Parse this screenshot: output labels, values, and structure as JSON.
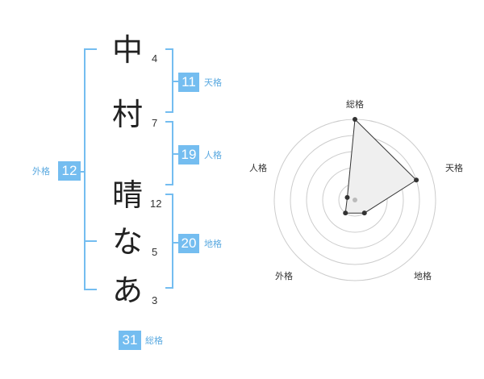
{
  "name_chars": [
    {
      "char": "中",
      "strokes": "4"
    },
    {
      "char": "村",
      "strokes": "7"
    },
    {
      "char": "晴",
      "strokes": "12"
    },
    {
      "char": "な",
      "strokes": "5"
    },
    {
      "char": "あ",
      "strokes": "3"
    }
  ],
  "fortunes": {
    "tenkaku": {
      "label": "天格",
      "value": "11"
    },
    "jinkaku": {
      "label": "人格",
      "value": "19"
    },
    "chikaku": {
      "label": "地格",
      "value": "20"
    },
    "gaikaku": {
      "label": "外格",
      "value": "12"
    },
    "soukaku": {
      "label": "総格",
      "value": "31"
    }
  },
  "radar": {
    "axes": [
      "総格",
      "天格",
      "地格",
      "外格",
      "人格"
    ],
    "levels": 5,
    "values": [
      5,
      4,
      1,
      1,
      0
    ]
  },
  "colors": {
    "accent": "#74bdf0",
    "accent_text": "#5aa9e0",
    "radar_fill": "#efefef",
    "radar_line": "#333333",
    "grid": "#cccccc"
  }
}
